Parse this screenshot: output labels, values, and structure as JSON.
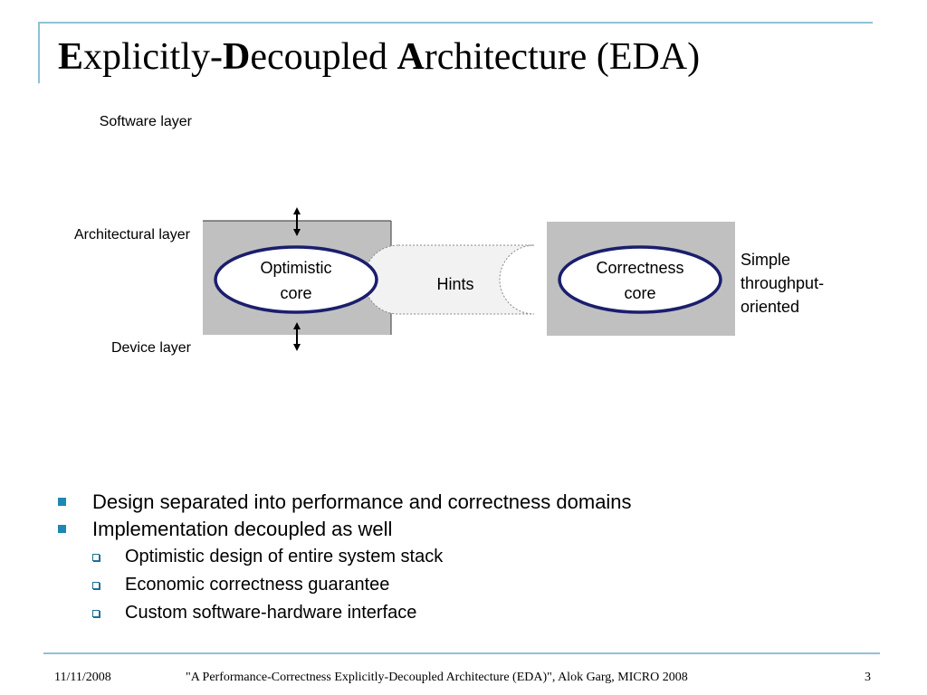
{
  "slide": {
    "title": {
      "part1_initial": "E",
      "part1_rest": "xplicitly-",
      "part2_initial": "D",
      "part2_rest": "ecoupled ",
      "part3_initial": "A",
      "part3_rest": "rchitecture (EDA)"
    },
    "diagram": {
      "software_layer": "Software layer",
      "architectural_layer": "Architectural layer",
      "device_layer": "Device layer",
      "optimistic_core_line1": "Optimistic",
      "optimistic_core_line2": "core",
      "hints": "Hints",
      "correctness_core_line1": "Correctness",
      "correctness_core_line2": "core",
      "side_note": [
        "Simple",
        "throughput-",
        "oriented"
      ],
      "colors": {
        "box_fill": "#c0c0c0",
        "ellipse_stroke": "#1b1e6d",
        "hints_fill": "#f2f2f2"
      }
    },
    "bullets": [
      {
        "level": 1,
        "text": "Design separated into performance and correctness domains"
      },
      {
        "level": 1,
        "text": "Implementation decoupled as well"
      },
      {
        "level": 2,
        "text": "Optimistic design of entire system stack"
      },
      {
        "level": 2,
        "text": "Economic correctness guarantee"
      },
      {
        "level": 2,
        "text": "Custom software-hardware interface"
      }
    ],
    "footer": {
      "date": "11/11/2008",
      "citation": "\"A Performance-Correctness Explicitly-Decoupled Architecture (EDA)\", Alok Garg, MICRO 2008",
      "page_number": "3"
    }
  }
}
